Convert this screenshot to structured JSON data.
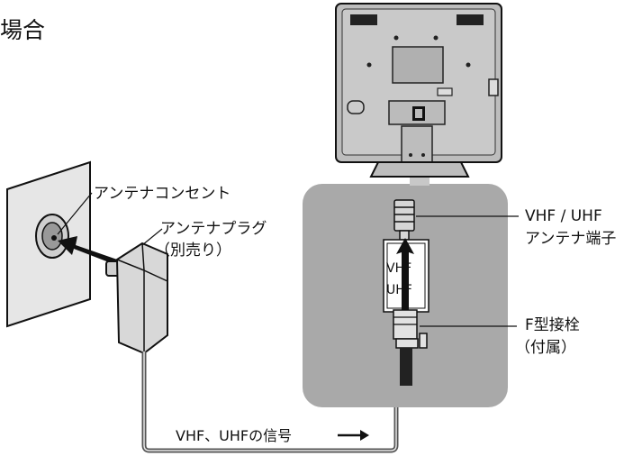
{
  "header": {
    "title_fragment": "場合"
  },
  "labels": {
    "antenna_outlet": "アンテナコンセント",
    "antenna_plug": "アンテナプラグ",
    "antenna_plug_note": "（別売り）",
    "terminal_line1": "VHF / UHF",
    "terminal_line2": "アンテナ端子",
    "connector_line1": "F型接栓",
    "connector_line2": "（付属）",
    "cable_caption": "VHF、UHFの信号",
    "terminal_plate_top": "VHF",
    "terminal_plate_bottom": "UHF"
  },
  "colors": {
    "panel_gray": "#a9a9a9",
    "monitor_gray": "#bdbdbd",
    "wall_gray": "#e6e6e6",
    "plug_gray": "#d8d8d8",
    "ink": "#111111"
  }
}
